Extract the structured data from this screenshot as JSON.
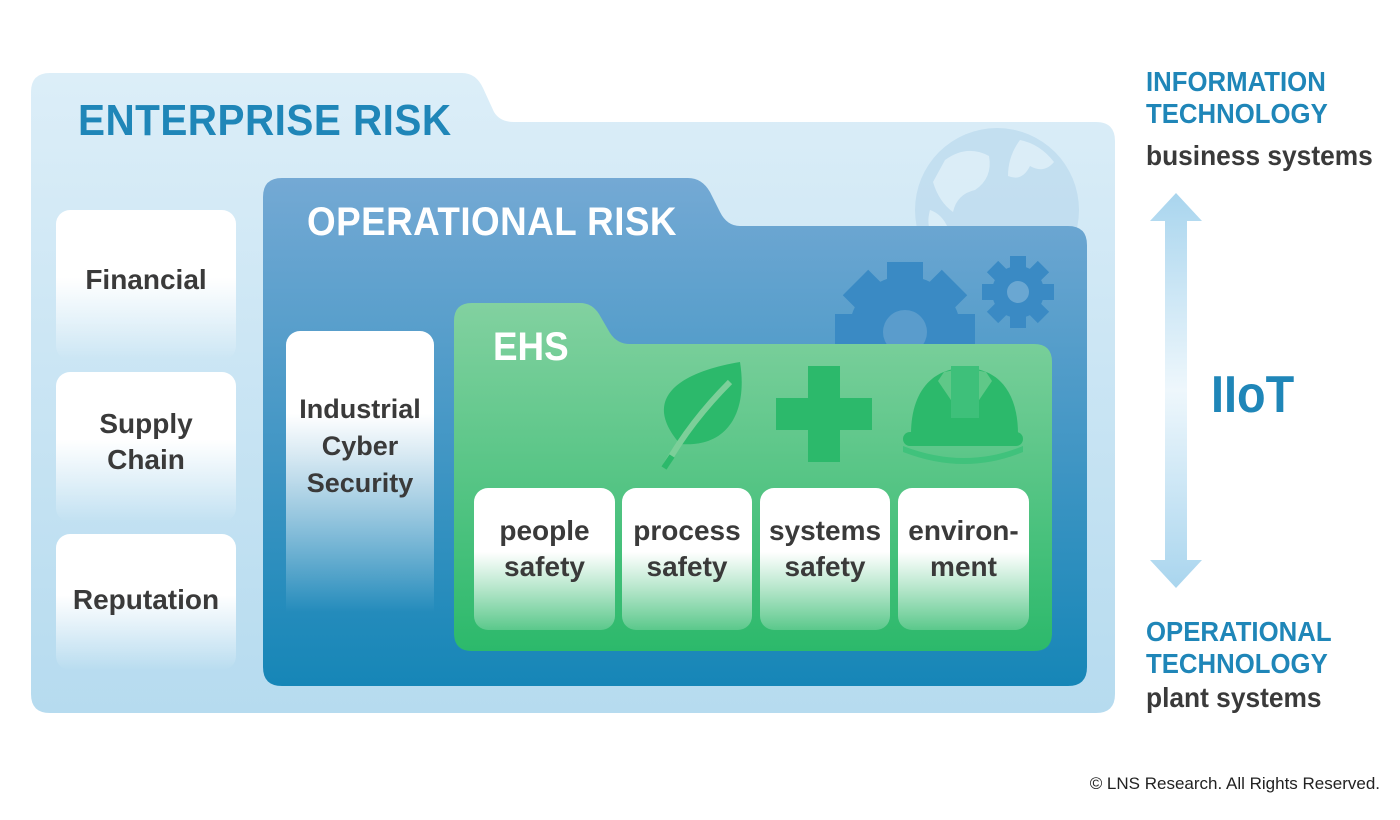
{
  "enterprise": {
    "title": "ENTERPRISE RISK",
    "items": [
      "Financial",
      "Supply Chain",
      "Reputation"
    ]
  },
  "operational": {
    "title": "OPERATIONAL RISK",
    "cyber": "Industrial Cyber Security"
  },
  "ehs": {
    "title": "EHS",
    "items": [
      "people safety",
      "process safety",
      "systems safety",
      "environ-ment"
    ]
  },
  "axis": {
    "it_title": "INFORMATION TECHNOLOGY",
    "it_sub": "business systems",
    "center": "IIoT",
    "ot_title": "OPERATIONAL TECHNOLOGY",
    "ot_sub": "plant systems"
  },
  "icons": [
    "globe-icon",
    "gear-icon",
    "leaf-icon",
    "plus-icon",
    "hard-hat-icon",
    "double-arrow-icon"
  ],
  "colors": {
    "enterprise_bg": "#d4e9f5",
    "operational_top": "#6ea6d2",
    "operational_bottom": "#1a87b7",
    "ehs_top": "#7ccf99",
    "ehs_bottom": "#2dba6c",
    "accent_blue": "#1f86b8"
  },
  "copyright": "© LNS Research. All Rights Reserved."
}
